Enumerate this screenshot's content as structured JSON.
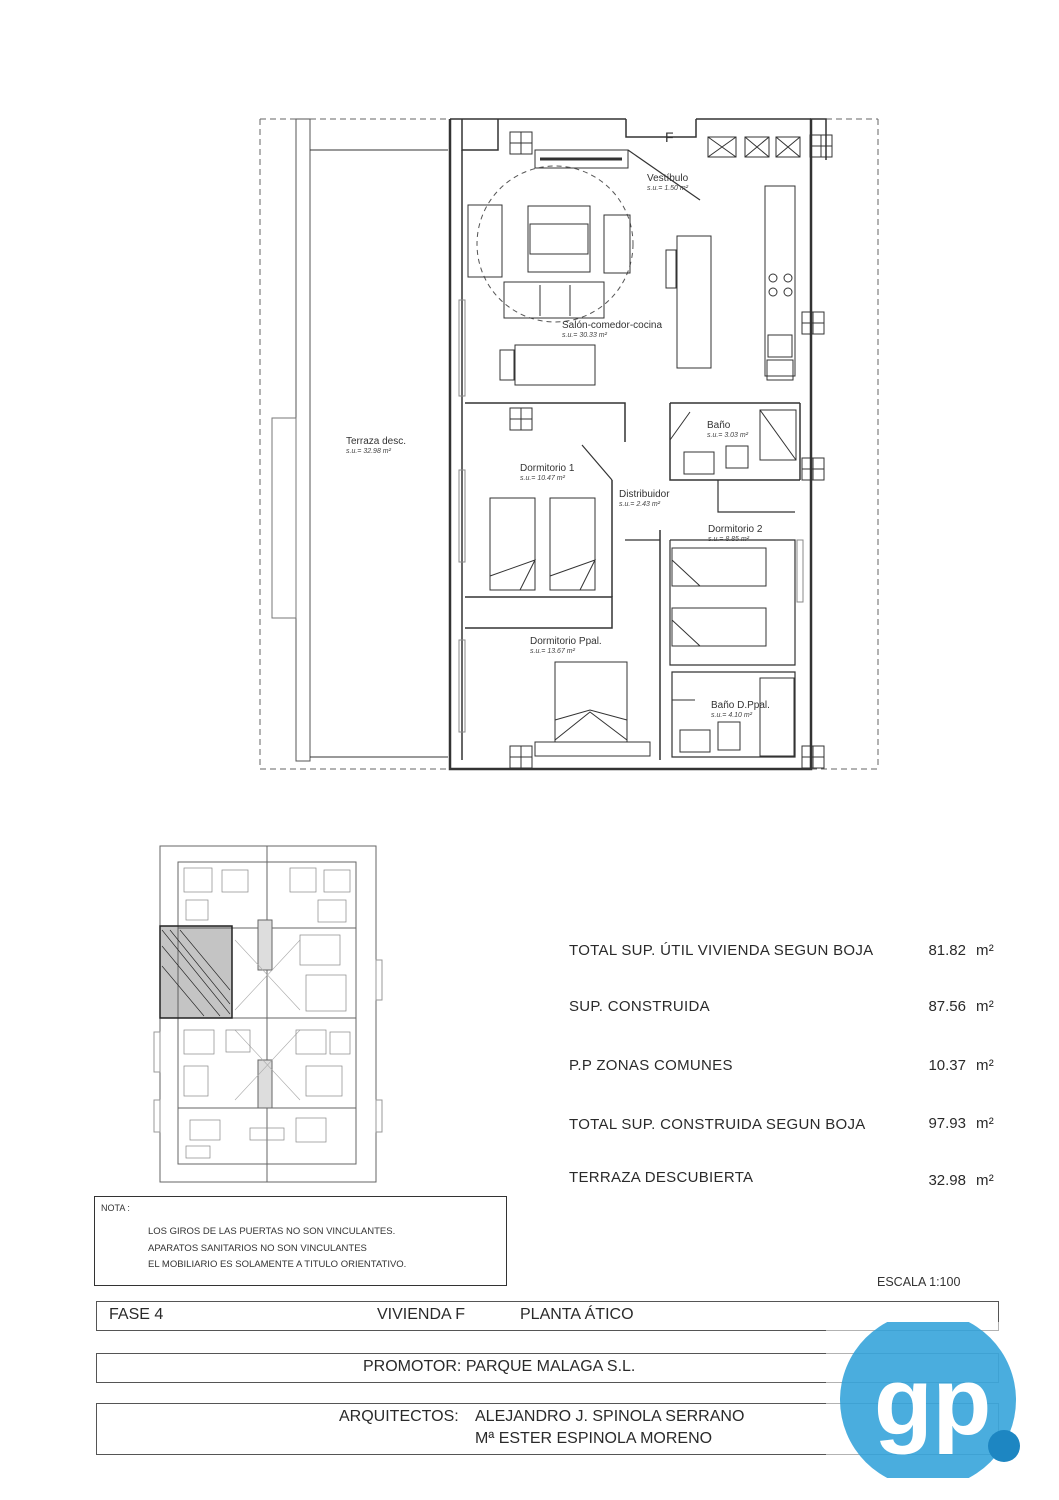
{
  "plan": {
    "unit_letter": "F",
    "rooms": [
      {
        "name": "Vestíbulo",
        "area": "s.u.= 1.50 m²"
      },
      {
        "name": "Salón-comedor-cocina",
        "area": "s.u.= 30.33 m²"
      },
      {
        "name": "Terraza desc.",
        "area": "s.u.= 32.98 m²"
      },
      {
        "name": "Baño",
        "area": "s.u.= 3.03 m²"
      },
      {
        "name": "Dormitorio 1",
        "area": "s.u.= 10.47 m²"
      },
      {
        "name": "Distribuidor",
        "area": "s.u.= 2.43 m²"
      },
      {
        "name": "Dormitorio 2",
        "area": "s.u.= 8.85 m²"
      },
      {
        "name": "Dormitorio Ppal.",
        "area": "s.u.= 13.67 m²"
      },
      {
        "name": "Baño D.Ppal.",
        "area": "s.u.= 4.10 m²"
      }
    ]
  },
  "surfaces": [
    {
      "label": "TOTAL SUP. ÚTIL VIVIENDA SEGUN BOJA",
      "value": "81.82",
      "unit": "m²"
    },
    {
      "label": "SUP. CONSTRUIDA",
      "value": "87.56",
      "unit": "m²"
    },
    {
      "label": "P.P ZONAS COMUNES",
      "value": "10.37",
      "unit": "m²"
    },
    {
      "label": "TOTAL SUP. CONSTRUIDA SEGUN BOJA",
      "value": "97.93",
      "unit": "m²"
    },
    {
      "label": "TERRAZA DESCUBIERTA",
      "value": "32.98",
      "unit": "m²"
    }
  ],
  "note": {
    "title": "NOTA :",
    "lines": [
      "LOS GIROS DE LAS PUERTAS NO SON VINCULANTES.",
      "APARATOS SANITARIOS NO SON VINCULANTES",
      "EL MOBILIARIO ES SOLAMENTE A TITULO ORIENTATIVO."
    ]
  },
  "scale": "ESCALA 1:100",
  "title_block": {
    "phase": "FASE 4",
    "unit": "VIVIENDA F",
    "floor": "PLANTA ÁTICO",
    "promoter": "PROMOTOR: PARQUE MALAGA S.L.",
    "architects_prefix": "ARQUITECTOS:",
    "architect_1": "ALEJANDRO J. SPINOLA SERRANO",
    "architect_2": "Mª ESTER ESPINOLA MORENO"
  },
  "logo": {
    "text": "gp",
    "color": "#2a9fd8"
  }
}
